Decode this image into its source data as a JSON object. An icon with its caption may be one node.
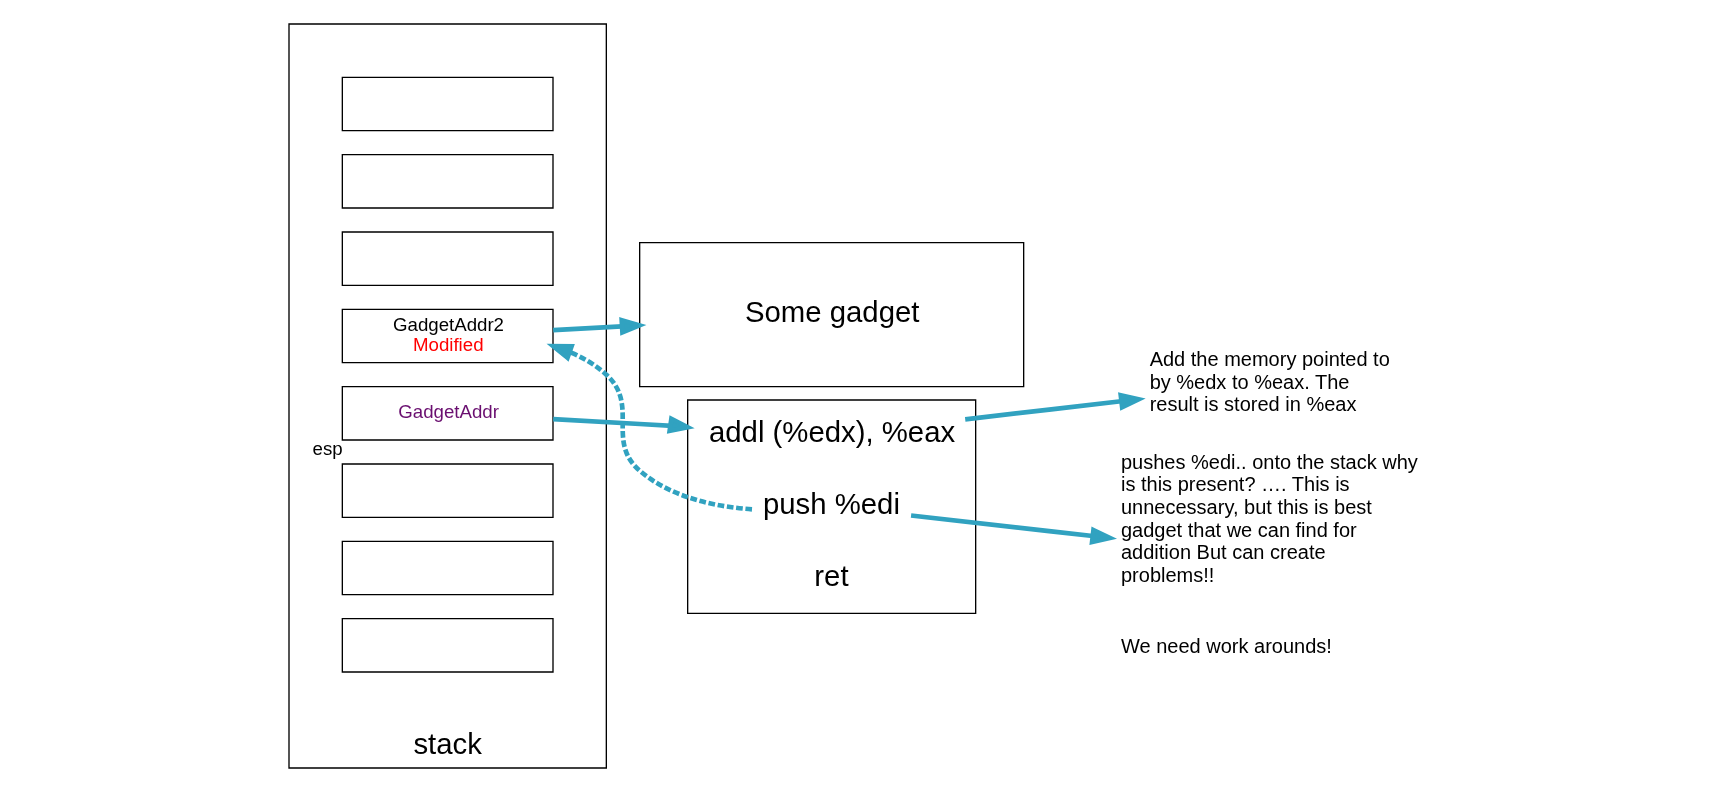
{
  "diagram": {
    "nodes": [
      {
        "text": [
          "stack"
        ]
      },
      {
        "text": [],
        "shape": "box",
        "in": 0
      },
      {
        "text": [],
        "shape": "box",
        "in": 0
      },
      {
        "text": [],
        "shape": "box",
        "in": 0
      },
      {
        "text": [
          "GadgetAddr2",
          "Modified"
        ],
        "in": 0
      },
      {
        "text": [
          "GadgetAddr"
        ],
        "in": 0,
        "beside": [
          "esp"
        ]
      },
      {
        "text": [],
        "shape": "box",
        "in": 0
      },
      {
        "text": [],
        "shape": "box",
        "in": 0
      },
      {
        "text": [],
        "shape": "box",
        "in": 0
      },
      {
        "text": [],
        "shape": "box"
      },
      {
        "text": [
          "addl (%edx), %eax"
        ],
        "in": 9
      },
      {
        "text": [
          "push %edi"
        ],
        "in": 9
      },
      {
        "text": [
          "ret"
        ],
        "in": 9
      },
      {
        "text": [
          "Add the memory pointed to by %edx to %eax. The result is stored in %eax"
        ]
      },
      {
        "text": [
          "pushes %edi.. onto the stack why is this present? …. This is unnecessary, but this is best gadget that we can find for addition But can create problems!!",
          "We need work arounds!"
        ]
      },
      {
        "text": [
          "Some gadget"
        ]
      }
    ],
    "edges": [
      {
        "from": 5,
        "to": 9,
        "arrow": "to"
      },
      {
        "from": 10,
        "to": 13,
        "arrow": "to"
      },
      {
        "from": 11,
        "to": 14,
        "arrow": "to"
      },
      {
        "from": 11,
        "to": 4,
        "arrow": "to",
        "style": "dashed"
      },
      {
        "from": 4,
        "to": 15,
        "arrow": "to"
      }
    ]
  }
}
